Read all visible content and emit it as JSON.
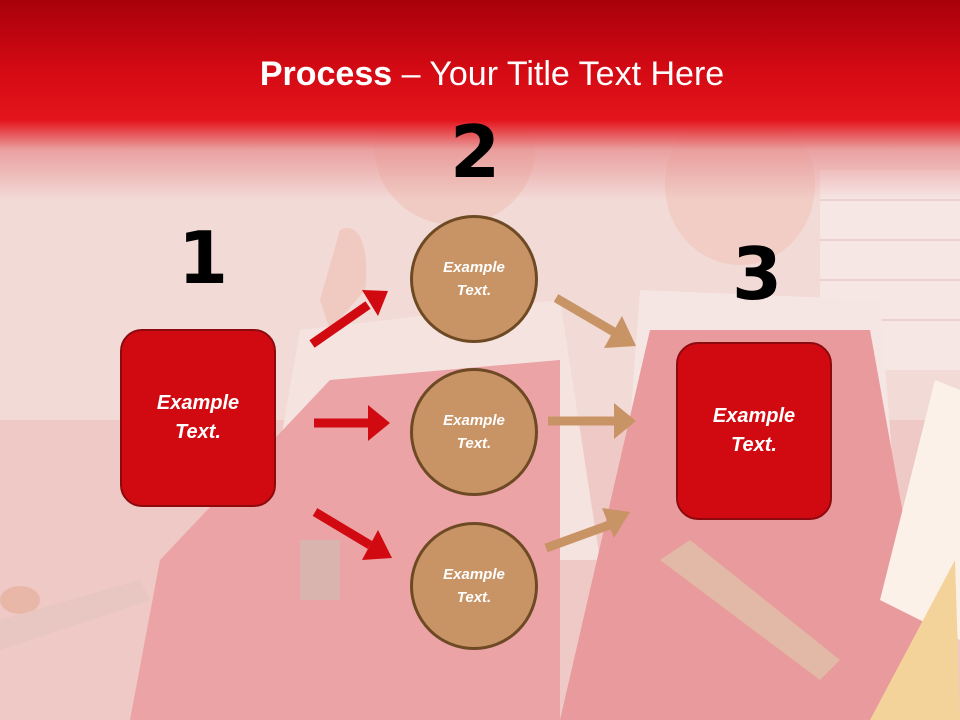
{
  "slide": {
    "title_bold": "Process",
    "title_rest": " – Your Title Text Here",
    "steps": [
      {
        "number": "1"
      },
      {
        "number": "2"
      },
      {
        "number": "3"
      }
    ],
    "left_box": {
      "text": "Example Text."
    },
    "right_box": {
      "text": "Example Text."
    },
    "circles": [
      {
        "text": "Example Text."
      },
      {
        "text": "Example Text."
      },
      {
        "text": "Example Text."
      }
    ],
    "colors": {
      "header_red": "#d40a14",
      "box_red": "#d10a12",
      "circle_tan": "#c99465",
      "arrow_red": "#d10a12",
      "arrow_tan": "#c99465"
    },
    "background_image": "workers-in-red-overalls-photo"
  }
}
